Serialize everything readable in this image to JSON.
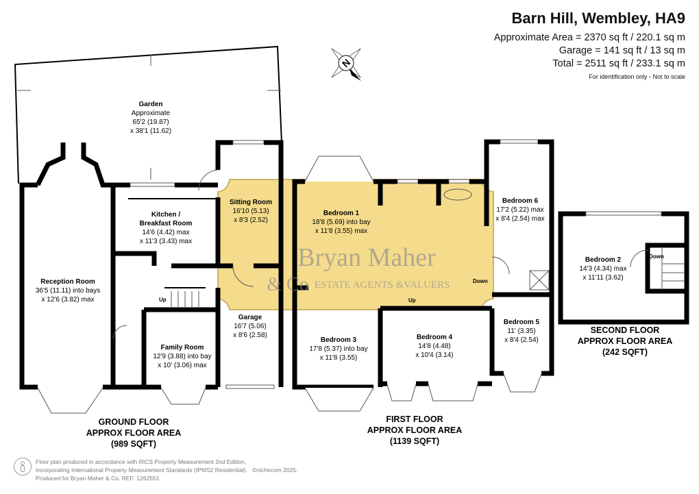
{
  "header": {
    "title": "Barn Hill, Wembley, HA9",
    "areas": [
      "Approximate Area = 2370 sq ft / 220.1 sq m",
      "Garage = 141 sq ft / 13 sq m",
      "Total = 2511 sq ft / 233.1 sq m"
    ],
    "note": "For identification only - Not to scale"
  },
  "compass": {
    "label": "N"
  },
  "watermark": {
    "line1": "Bryan Maher",
    "line2": "& Co",
    "line3": "ESTATE AGENTS &VALUERS",
    "color": "#f5dc8c"
  },
  "rooms": {
    "garden": {
      "name": "Garden",
      "d1": "Approximate",
      "d2": "65'2 (19.87)",
      "d3": "x 38'1 (11.62)"
    },
    "kitchen": {
      "name1": "Kitchen /",
      "name2": "Breakfast Room",
      "d1": "14'6 (4.42) max",
      "d2": "x 11'3 (3.43) max"
    },
    "sitting": {
      "name": "Sitting Room",
      "d1": "16'10 (5.13)",
      "d2": "x 8'3 (2.52)"
    },
    "reception": {
      "name": "Reception Room",
      "d1": "36'5 (11.11) into bays",
      "d2": "x 12'6 (3.82) max"
    },
    "garage": {
      "name": "Garage",
      "d1": "16'7 (5.06)",
      "d2": "x 8'6 (2.58)"
    },
    "family": {
      "name": "Family Room",
      "d1": "12'9 (3.88) into bay",
      "d2": "x 10' (3.06) max"
    },
    "bedroom1": {
      "name": "Bedroom 1",
      "d1": "18'8 (5.69) into bay",
      "d2": "x 11'8 (3.55) max"
    },
    "bedroom6": {
      "name": "Bedroom 6",
      "d1": "17'2 (5.22) max",
      "d2": "x 8'4 (2.54) max"
    },
    "bedroom3": {
      "name": "Bedroom 3",
      "d1": "17'8 (5.37) into bay",
      "d2": "x 11'8 (3.55)"
    },
    "bedroom4": {
      "name": "Bedroom 4",
      "d1": "14'8 (4.48)",
      "d2": "x 10'4 (3.14)"
    },
    "bedroom5": {
      "name": "Bedroom 5",
      "d1": "11' (3.35)",
      "d2": "x 8'4 (2.54)"
    },
    "bedroom2": {
      "name": "Bedroom 2",
      "d1": "14'3 (4.34) max",
      "d2": "x 11'11 (3.62)"
    }
  },
  "stairs": {
    "up": "Up",
    "down": "Down"
  },
  "floors": {
    "ground": [
      "GROUND FLOOR",
      "APPROX FLOOR AREA",
      "(989 SQFT)"
    ],
    "first": [
      "FIRST FLOOR",
      "APPROX FLOOR AREA",
      "(1139 SQFT)"
    ],
    "second": [
      "SECOND FLOOR",
      "APPROX FLOOR AREA",
      "(242 SQFT)"
    ]
  },
  "footer": {
    "line1": "Floor plan produced in accordance with RICS Property Measurement 2nd Edition,",
    "line2": "Incorporating International Property Measurement Standards (IPMS2 Residential).",
    "copyright": "©nichecom 2025.",
    "line3": "Produced for Bryan Maher & Co.   REF:  1262551"
  }
}
